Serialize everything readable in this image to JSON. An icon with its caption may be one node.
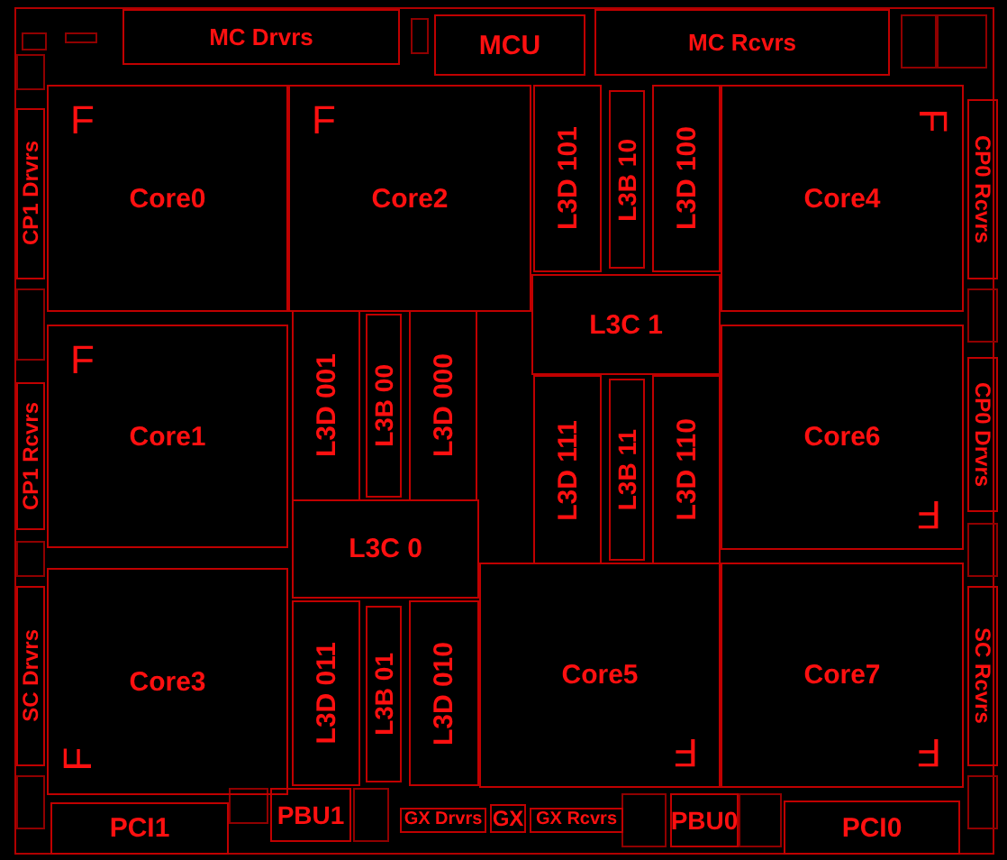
{
  "diagram": {
    "nodes": [
      {
        "text": [
          "MC Drvrs"
        ]
      },
      {
        "text": [
          "MCU"
        ]
      },
      {
        "text": [
          "MC Rcvrs"
        ]
      },
      {
        "text": [
          "CP1 Drvrs"
        ]
      },
      {
        "text": [
          "Core0",
          "F"
        ]
      },
      {
        "text": [
          "Core2",
          "F"
        ]
      },
      {
        "text": [
          "L3D 101"
        ]
      },
      {
        "text": [
          "L3B 10"
        ]
      },
      {
        "text": [
          "L3D 100"
        ]
      },
      {
        "text": [
          "Core4",
          "F"
        ]
      },
      {
        "text": [
          "CP0 Rcvrs"
        ]
      },
      {
        "text": [
          "L3C 1"
        ]
      },
      {
        "text": [
          "Core1",
          "F"
        ]
      },
      {
        "text": [
          "L3D 001"
        ]
      },
      {
        "text": [
          "L3B 00"
        ]
      },
      {
        "text": [
          "L3D 000"
        ]
      },
      {
        "text": [
          "CP1 Rcvrs"
        ]
      },
      {
        "text": [
          "L3D 111"
        ]
      },
      {
        "text": [
          "L3B 11"
        ]
      },
      {
        "text": [
          "L3D 110"
        ]
      },
      {
        "text": [
          "Core6",
          "F"
        ]
      },
      {
        "text": [
          "CP0 Drvrs"
        ]
      },
      {
        "text": [
          "L3C 0"
        ]
      },
      {
        "text": [
          "SC Drvrs"
        ]
      },
      {
        "text": [
          "Core3",
          "F"
        ]
      },
      {
        "text": [
          "L3D 011"
        ]
      },
      {
        "text": [
          "L3B 01"
        ]
      },
      {
        "text": [
          "L3D 010"
        ]
      },
      {
        "text": [
          "Core5",
          "F"
        ]
      },
      {
        "text": [
          "Core7",
          "F"
        ]
      },
      {
        "text": [
          "SC Rcvrs"
        ]
      },
      {
        "text": [
          "PCI1"
        ]
      },
      {
        "text": [
          "PBU1"
        ]
      },
      {
        "text": [
          "GX Drvrs"
        ]
      },
      {
        "text": [
          "GX"
        ]
      },
      {
        "text": [
          "GX Rcvrs"
        ]
      },
      {
        "text": [
          "PBU0"
        ]
      },
      {
        "text": [
          "PCI0"
        ]
      }
    ]
  }
}
